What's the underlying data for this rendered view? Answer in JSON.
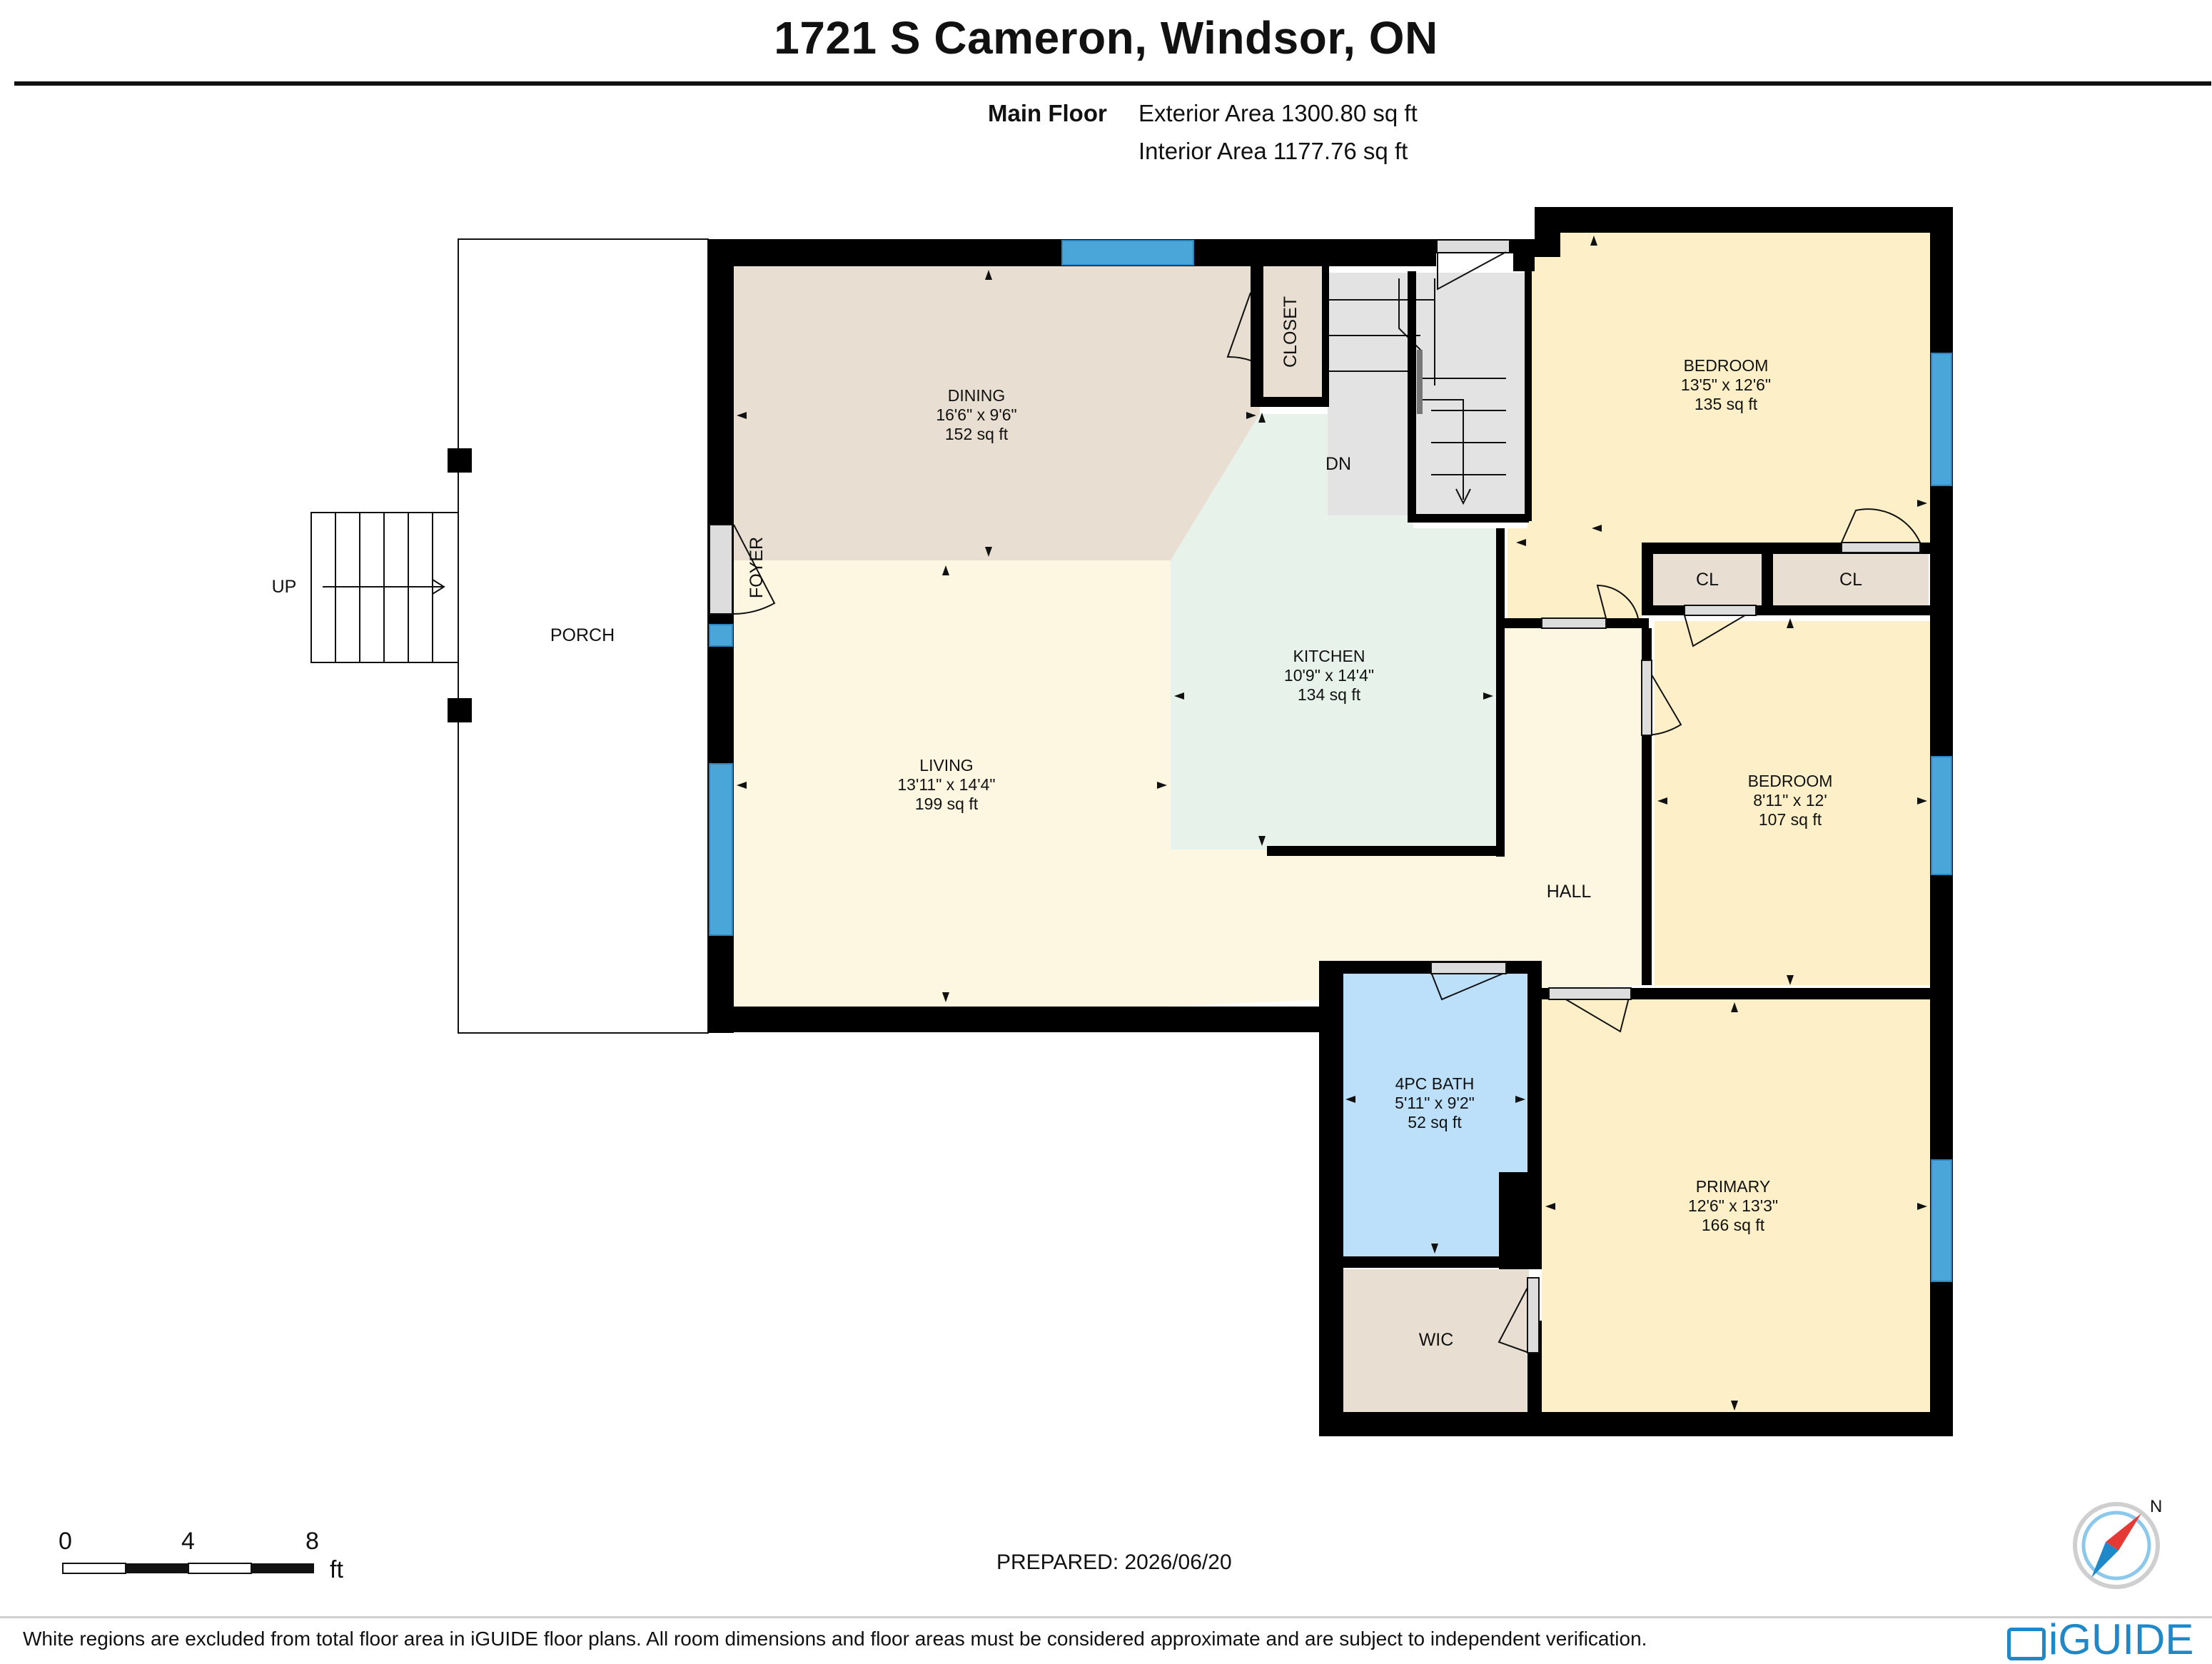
{
  "header": {
    "title": "1721 S Cameron, Windsor, ON",
    "floor_name": "Main Floor",
    "exterior_area": "Exterior Area 1300.80 sq ft",
    "interior_area": "Interior Area 1177.76 sq ft"
  },
  "rooms": {
    "dining": {
      "name": "DINING",
      "dims": "16'6\" x 9'6\"",
      "area": "152 sq ft"
    },
    "living": {
      "name": "LIVING",
      "dims": "13'11\" x 14'4\"",
      "area": "199 sq ft"
    },
    "kitchen": {
      "name": "KITCHEN",
      "dims": "10'9\" x 14'4\"",
      "area": "134 sq ft"
    },
    "bedroom1": {
      "name": "BEDROOM",
      "dims": "13'5\" x 12'6\"",
      "area": "135 sq ft"
    },
    "bedroom2": {
      "name": "BEDROOM",
      "dims": "8'11\" x 12'",
      "area": "107 sq ft"
    },
    "bath": {
      "name": "4PC BATH",
      "dims": "5'11\" x 9'2\"",
      "area": "52 sq ft"
    },
    "primary": {
      "name": "PRIMARY",
      "dims": "12'6\" x 13'3\"",
      "area": "166 sq ft"
    }
  },
  "labels": {
    "closet": "CLOSET",
    "dn": "DN",
    "foyer": "FOYER",
    "porch": "PORCH",
    "up": "UP",
    "hall": "HALL",
    "cl1": "CL",
    "cl2": "CL",
    "wic": "WIC"
  },
  "scale": {
    "n0": "0",
    "n4": "4",
    "n8": "8",
    "unit": "ft"
  },
  "prepared": "PREPARED: 2026/06/20",
  "compass_letter": "N",
  "footer": {
    "note": "White regions are excluded from total floor area in iGUIDE floor plans. All room dimensions and floor areas must be considered approximate and are subject to independent verification.",
    "brand": "iGUIDE"
  },
  "colors": {
    "wall": "#000000",
    "window": "#4aa6d9",
    "dining": "#e8dfd2",
    "living": "#fdf7e1",
    "kitchen": "#e6f2ea",
    "bedroom": "#fdf0c8",
    "bath": "#bde0fa",
    "closet": "#e8dfd2",
    "stairs": "#e3e3e3",
    "brand": "#1e88c8"
  }
}
